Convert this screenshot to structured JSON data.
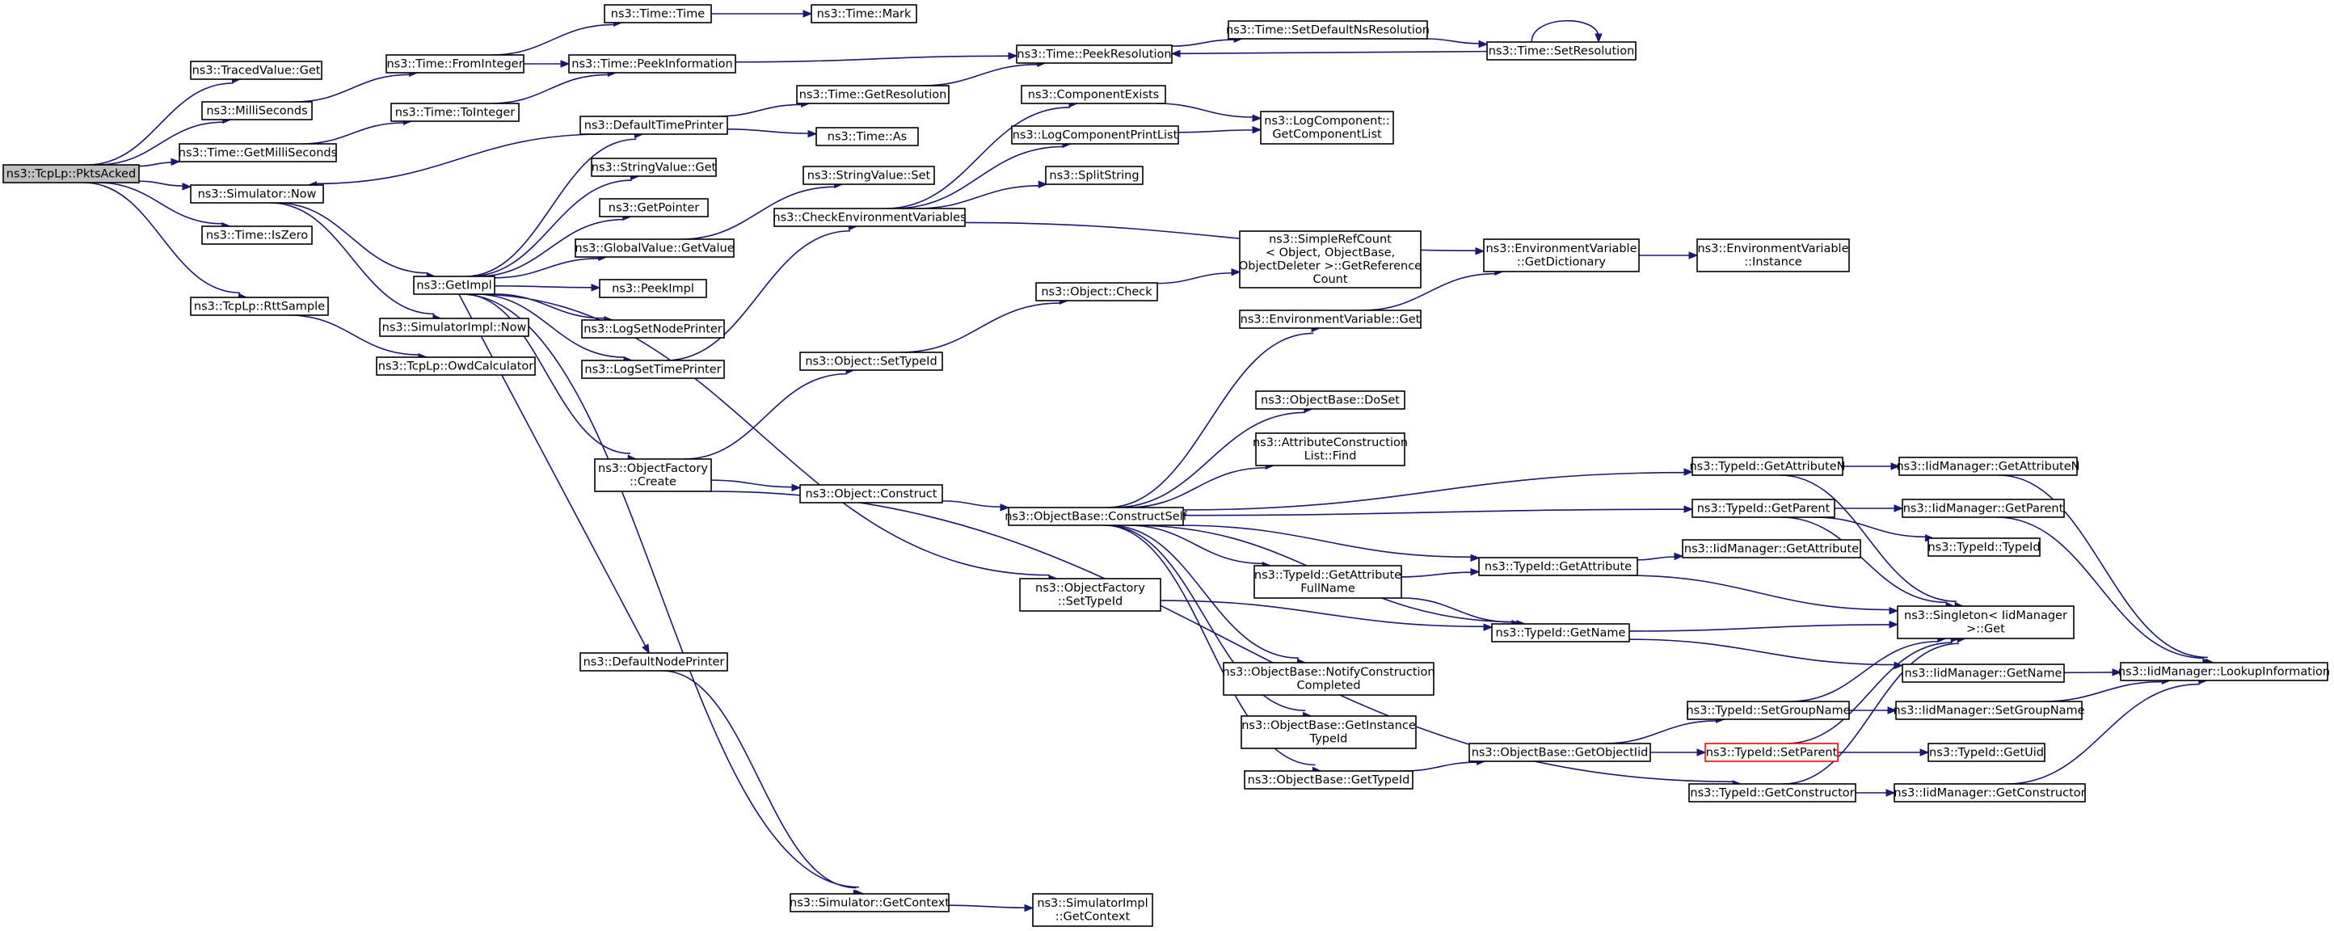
{
  "graph": {
    "edge_color": "#191970",
    "highlight_color": "#ff0000",
    "root_fill": "#bfbfbf",
    "nodes": [
      {
        "id": "pkts",
        "lines": [
          "ns3::TcpLp::PktsAcked"
        ],
        "root": true
      },
      {
        "id": "tvget",
        "lines": [
          "ns3::TracedValue::Get"
        ]
      },
      {
        "id": "msec",
        "lines": [
          "ns3::MilliSeconds"
        ]
      },
      {
        "id": "getms",
        "lines": [
          "ns3::Time::GetMilliSeconds"
        ]
      },
      {
        "id": "simnow",
        "lines": [
          "ns3::Simulator::Now"
        ]
      },
      {
        "id": "iszero",
        "lines": [
          "ns3::Time::IsZero"
        ]
      },
      {
        "id": "rtt",
        "lines": [
          "ns3::TcpLp::RttSample"
        ]
      },
      {
        "id": "owd",
        "lines": [
          "ns3::TcpLp::OwdCalculator"
        ]
      },
      {
        "id": "timetime",
        "lines": [
          "ns3::Time::Time"
        ]
      },
      {
        "id": "mark",
        "lines": [
          "ns3::Time::Mark"
        ]
      },
      {
        "id": "fromint",
        "lines": [
          "ns3::Time::FromInteger"
        ]
      },
      {
        "id": "peekinfo",
        "lines": [
          "ns3::Time::PeekInformation"
        ]
      },
      {
        "id": "toint",
        "lines": [
          "ns3::Time::ToInteger"
        ]
      },
      {
        "id": "peekres",
        "lines": [
          "ns3::Time::PeekResolution"
        ]
      },
      {
        "id": "setdef",
        "lines": [
          "ns3::Time::SetDefaultNsResolution"
        ]
      },
      {
        "id": "setres",
        "lines": [
          "ns3::Time::SetResolution"
        ]
      },
      {
        "id": "gettres",
        "lines": [
          "ns3::Time::GetResolution"
        ]
      },
      {
        "id": "as",
        "lines": [
          "ns3::Time::As"
        ]
      },
      {
        "id": "deftp",
        "lines": [
          "ns3::DefaultTimePrinter"
        ]
      },
      {
        "id": "svget",
        "lines": [
          "ns3::StringValue::Get"
        ]
      },
      {
        "id": "getptr",
        "lines": [
          "ns3::GetPointer"
        ]
      },
      {
        "id": "gvget",
        "lines": [
          "ns3::GlobalValue::GetValue"
        ]
      },
      {
        "id": "getimpl",
        "lines": [
          "ns3::GetImpl"
        ]
      },
      {
        "id": "peekimpl",
        "lines": [
          "ns3::PeekImpl"
        ]
      },
      {
        "id": "simimplnow",
        "lines": [
          "ns3::SimulatorImpl::Now"
        ]
      },
      {
        "id": "lognp",
        "lines": [
          "ns3::LogSetNodePrinter"
        ]
      },
      {
        "id": "logtp",
        "lines": [
          "ns3::LogSetTimePrinter"
        ]
      },
      {
        "id": "ofcreate",
        "lines": [
          "ns3::ObjectFactory",
          "::Create"
        ]
      },
      {
        "id": "defnp",
        "lines": [
          "ns3::DefaultNodePrinter"
        ]
      },
      {
        "id": "simctx",
        "lines": [
          "ns3::Simulator::GetContext"
        ]
      },
      {
        "id": "simimplctx",
        "lines": [
          "ns3::SimulatorImpl",
          "::GetContext"
        ]
      },
      {
        "id": "svset",
        "lines": [
          "ns3::StringValue::Set"
        ]
      },
      {
        "id": "checkenv",
        "lines": [
          "ns3::CheckEnvironmentVariables"
        ]
      },
      {
        "id": "compexists",
        "lines": [
          "ns3::ComponentExists"
        ]
      },
      {
        "id": "logcpl",
        "lines": [
          "ns3::LogComponentPrintList"
        ]
      },
      {
        "id": "splitstr",
        "lines": [
          "ns3::SplitString"
        ]
      },
      {
        "id": "logcgcl",
        "lines": [
          "ns3::LogComponent::",
          "GetComponentList"
        ]
      },
      {
        "id": "srcount",
        "lines": [
          "ns3::SimpleRefCount",
          "< Object, ObjectBase,",
          "ObjectDeleter >::GetReference",
          "Count"
        ]
      },
      {
        "id": "objcheck",
        "lines": [
          "ns3::Object::Check"
        ]
      },
      {
        "id": "objsettid",
        "lines": [
          "ns3::Object::SetTypeId"
        ]
      },
      {
        "id": "objconstruct",
        "lines": [
          "ns3::Object::Construct"
        ]
      },
      {
        "id": "envget",
        "lines": [
          "ns3::EnvironmentVariable::Get"
        ]
      },
      {
        "id": "envdict",
        "lines": [
          "ns3::EnvironmentVariable",
          "::GetDictionary"
        ]
      },
      {
        "id": "envinst",
        "lines": [
          "ns3::EnvironmentVariable",
          "::Instance"
        ]
      },
      {
        "id": "obdoset",
        "lines": [
          "ns3::ObjectBase::DoSet"
        ]
      },
      {
        "id": "acfind",
        "lines": [
          "ns3::AttributeConstruction",
          "List::Find"
        ]
      },
      {
        "id": "obcs",
        "lines": [
          "ns3::ObjectBase::ConstructSelf"
        ]
      },
      {
        "id": "ofsettid",
        "lines": [
          "ns3::ObjectFactory",
          "::SetTypeId"
        ]
      },
      {
        "id": "tidgafn",
        "lines": [
          "ns3::TypeId::GetAttribute",
          "FullName"
        ]
      },
      {
        "id": "obnotify",
        "lines": [
          "ns3::ObjectBase::NotifyConstruction",
          "Completed"
        ]
      },
      {
        "id": "obgetinst",
        "lines": [
          "ns3::ObjectBase::GetInstance",
          "TypeId"
        ]
      },
      {
        "id": "obgettid",
        "lines": [
          "ns3::ObjectBase::GetTypeId"
        ]
      },
      {
        "id": "obgetoid",
        "lines": [
          "ns3::ObjectBase::GetObjectIid"
        ]
      },
      {
        "id": "tidgan",
        "lines": [
          "ns3::TypeId::GetAttributeN"
        ]
      },
      {
        "id": "tidgp",
        "lines": [
          "ns3::TypeId::GetParent"
        ]
      },
      {
        "id": "tidga",
        "lines": [
          "ns3::TypeId::GetAttribute"
        ]
      },
      {
        "id": "tidgn",
        "lines": [
          "ns3::TypeId::GetName"
        ]
      },
      {
        "id": "tidsgn",
        "lines": [
          "ns3::TypeId::SetGroupName"
        ]
      },
      {
        "id": "tidsp",
        "lines": [
          "ns3::TypeId::SetParent"
        ],
        "highlight": true
      },
      {
        "id": "tidgc",
        "lines": [
          "ns3::TypeId::GetConstructor"
        ]
      },
      {
        "id": "imgan",
        "lines": [
          "ns3::IidManager::GetAttributeN"
        ]
      },
      {
        "id": "imgp",
        "lines": [
          "ns3::IidManager::GetParent"
        ]
      },
      {
        "id": "tidtid",
        "lines": [
          "ns3::TypeId::TypeId"
        ]
      },
      {
        "id": "imga",
        "lines": [
          "ns3::IidManager::GetAttribute"
        ]
      },
      {
        "id": "singget",
        "lines": [
          "ns3::Singleton< IidManager",
          "&gt;::Get"
        ]
      },
      {
        "id": "imgn",
        "lines": [
          "ns3::IidManager::GetName"
        ]
      },
      {
        "id": "imsgn",
        "lines": [
          "ns3::IidManager::SetGroupName"
        ]
      },
      {
        "id": "tidguid",
        "lines": [
          "ns3::TypeId::GetUid"
        ]
      },
      {
        "id": "imgc",
        "lines": [
          "ns3::IidManager::GetConstructor"
        ]
      },
      {
        "id": "imli",
        "lines": [
          "ns3::IidManager::LookupInformation"
        ]
      }
    ],
    "edges": [
      [
        "pkts",
        "tvget"
      ],
      [
        "pkts",
        "msec"
      ],
      [
        "pkts",
        "getms"
      ],
      [
        "pkts",
        "simnow"
      ],
      [
        "pkts",
        "iszero"
      ],
      [
        "pkts",
        "rtt"
      ],
      [
        "msec",
        "fromint"
      ],
      [
        "getms",
        "toint"
      ],
      [
        "simnow",
        "getimpl"
      ],
      [
        "simnow",
        "simimplnow"
      ],
      [
        "rtt",
        "owd"
      ],
      [
        "fromint",
        "timetime"
      ],
      [
        "fromint",
        "peekinfo"
      ],
      [
        "timetime",
        "mark"
      ],
      [
        "toint",
        "peekinfo"
      ],
      [
        "peekinfo",
        "peekres"
      ],
      [
        "peekres",
        "setdef"
      ],
      [
        "setdef",
        "setres"
      ],
      [
        "setres",
        "peekres"
      ],
      [
        "setres",
        "setres"
      ],
      [
        "gettres",
        "peekres"
      ],
      [
        "deftp",
        "gettres"
      ],
      [
        "deftp",
        "as"
      ],
      [
        "deftp",
        "simnow"
      ],
      [
        "getimpl",
        "deftp"
      ],
      [
        "getimpl",
        "svget"
      ],
      [
        "getimpl",
        "getptr"
      ],
      [
        "getimpl",
        "gvget"
      ],
      [
        "getimpl",
        "peekimpl"
      ],
      [
        "getimpl",
        "lognp"
      ],
      [
        "getimpl",
        "logtp"
      ],
      [
        "getimpl",
        "ofcreate"
      ],
      [
        "getimpl",
        "ofsettid"
      ],
      [
        "getimpl",
        "defnp"
      ],
      [
        "getimpl",
        "simctx"
      ],
      [
        "gvget",
        "svset"
      ],
      [
        "logtp",
        "checkenv"
      ],
      [
        "checkenv",
        "compexists"
      ],
      [
        "checkenv",
        "logcpl"
      ],
      [
        "checkenv",
        "splitstr"
      ],
      [
        "checkenv",
        "envdict"
      ],
      [
        "compexists",
        "logcgcl"
      ],
      [
        "logcpl",
        "logcgcl"
      ],
      [
        "ofcreate",
        "objsettid"
      ],
      [
        "ofcreate",
        "objconstruct"
      ],
      [
        "ofcreate",
        "tidgc"
      ],
      [
        "objsettid",
        "objcheck"
      ],
      [
        "objcheck",
        "srcount"
      ],
      [
        "objconstruct",
        "obcs"
      ],
      [
        "envget",
        "envdict"
      ],
      [
        "envdict",
        "envinst"
      ],
      [
        "obcs",
        "envget"
      ],
      [
        "obcs",
        "tidgan"
      ],
      [
        "obcs",
        "obdoset"
      ],
      [
        "obcs",
        "acfind"
      ],
      [
        "obcs",
        "tidgp"
      ],
      [
        "obcs",
        "tidga"
      ],
      [
        "obcs",
        "tidgafn"
      ],
      [
        "obcs",
        "tidgn"
      ],
      [
        "obcs",
        "obnotify"
      ],
      [
        "obcs",
        "obgetinst"
      ],
      [
        "obcs",
        "obgettid"
      ],
      [
        "ofsettid",
        "tidgn"
      ],
      [
        "tidgafn",
        "tidga"
      ],
      [
        "tidgafn",
        "tidgn"
      ],
      [
        "obgettid",
        "obgetoid"
      ],
      [
        "obgetoid",
        "tidsgn"
      ],
      [
        "obgetoid",
        "tidsp"
      ],
      [
        "tidgan",
        "imgan"
      ],
      [
        "tidgan",
        "singget"
      ],
      [
        "tidgp",
        "imgp"
      ],
      [
        "tidgp",
        "tidtid"
      ],
      [
        "tidgp",
        "singget"
      ],
      [
        "tidga",
        "imga"
      ],
      [
        "tidga",
        "singget"
      ],
      [
        "tidgn",
        "singget"
      ],
      [
        "tidgn",
        "imgn"
      ],
      [
        "tidsgn",
        "imsgn"
      ],
      [
        "tidsgn",
        "singget"
      ],
      [
        "tidsp",
        "tidguid"
      ],
      [
        "tidsp",
        "singget"
      ],
      [
        "tidgc",
        "imgc"
      ],
      [
        "tidgc",
        "singget"
      ],
      [
        "imgan",
        "imli"
      ],
      [
        "imgp",
        "imli"
      ],
      [
        "imgn",
        "imli"
      ],
      [
        "imsgn",
        "imli"
      ],
      [
        "imgc",
        "imli"
      ],
      [
        "defnp",
        "simctx"
      ],
      [
        "simctx",
        "simimplctx"
      ]
    ]
  }
}
